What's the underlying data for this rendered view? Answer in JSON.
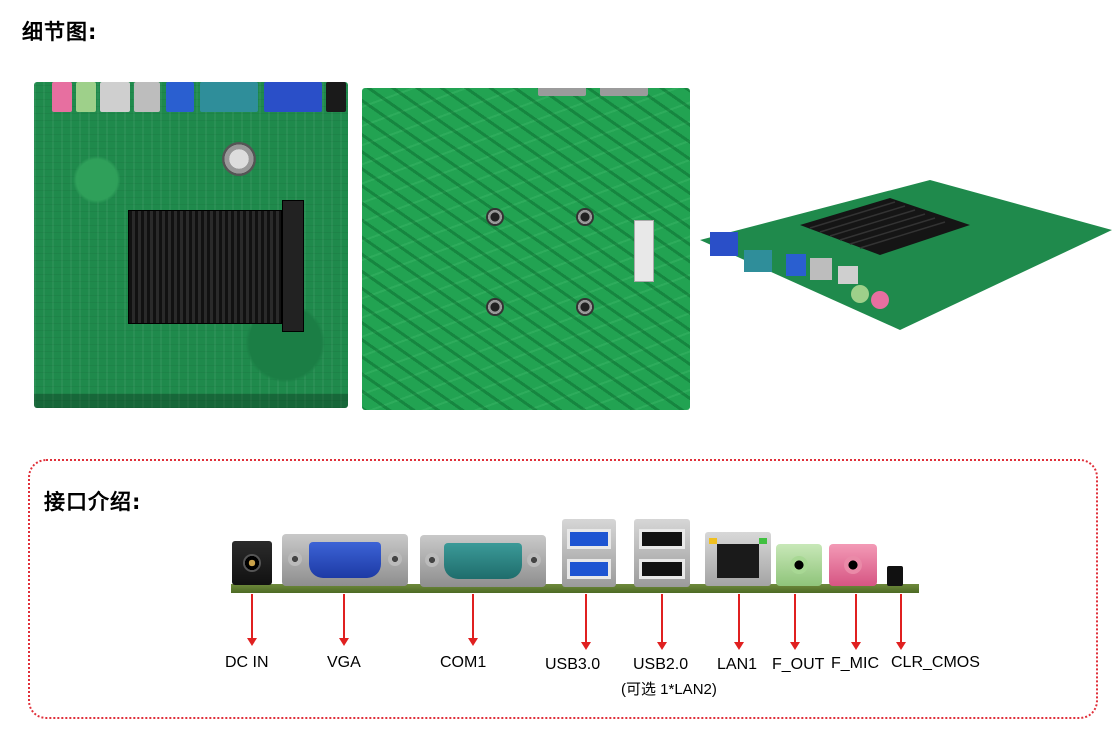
{
  "titles": {
    "detail": "细节图:",
    "ports": "接口介绍:"
  },
  "ports": [
    {
      "label": "DC IN"
    },
    {
      "label": "VGA"
    },
    {
      "label": "COM1"
    },
    {
      "label": "USB3.0"
    },
    {
      "label": "USB2.0",
      "note": "(可选 1*LAN2)"
    },
    {
      "label": "LAN1"
    },
    {
      "label": "F_OUT"
    },
    {
      "label": "F_MIC"
    },
    {
      "label": "CLR_CMOS"
    }
  ],
  "colors": {
    "box_border": "#e0303a",
    "arrow": "#e02020",
    "pcb_green": "#1f8a4c"
  }
}
